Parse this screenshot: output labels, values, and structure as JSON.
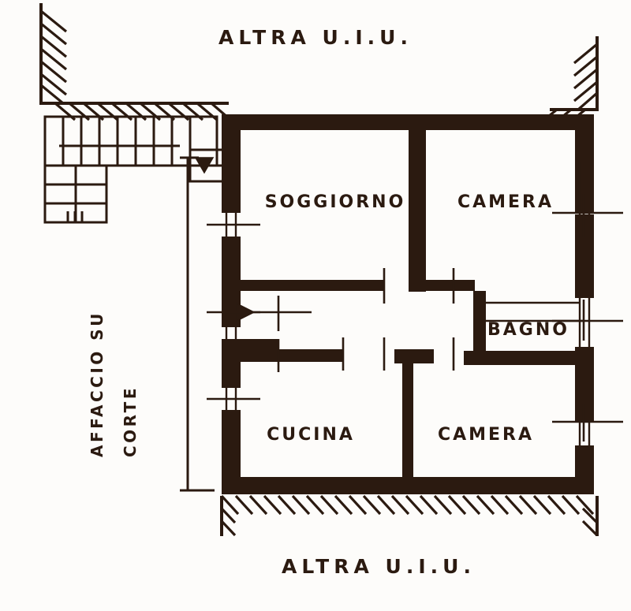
{
  "plan": {
    "ink_color": "#2b1a10",
    "paper_color": "#fdfcfa",
    "edges": {
      "top_label": "ALTRA  U.I.U.",
      "bottom_label": "ALTRA  U.I.U."
    },
    "side_labels": {
      "line1": "AFFACCIO SU",
      "line2": "CORTE"
    },
    "rooms": [
      {
        "name": "soggiorno",
        "label": "SOGGIORNO"
      },
      {
        "name": "camera-nord",
        "label": "CAMERA"
      },
      {
        "name": "bagno",
        "label": "BAGNO"
      },
      {
        "name": "cucina",
        "label": "CUCINA"
      },
      {
        "name": "camera-sud",
        "label": "CAMERA"
      }
    ],
    "markers": {
      "entry_arrow_top": "entry-arrow-down",
      "entry_arrow_left": "entry-arrow-right",
      "staircase": "staircase"
    }
  }
}
